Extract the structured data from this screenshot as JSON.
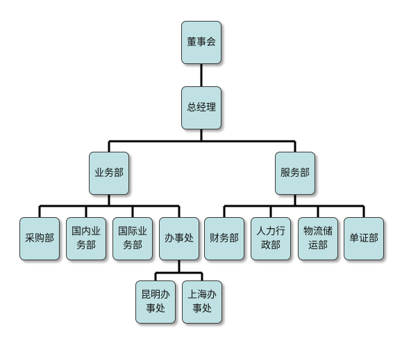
{
  "org_chart": {
    "colors": {
      "node_fill": "#bfe1e3",
      "node_border": "#3a3a3a",
      "connector": "#000000"
    },
    "nodes": [
      {
        "id": "board",
        "label": "董事会"
      },
      {
        "id": "gm",
        "label": "总经理"
      },
      {
        "id": "business",
        "label": "业务部"
      },
      {
        "id": "service",
        "label": "服务部"
      },
      {
        "id": "purchasing",
        "label": "采购部"
      },
      {
        "id": "domestic",
        "label": "国内业务部"
      },
      {
        "id": "international",
        "label": "国际业务部"
      },
      {
        "id": "office",
        "label": "办事处"
      },
      {
        "id": "finance",
        "label": "财务部"
      },
      {
        "id": "hr_admin",
        "label": "人力行政部"
      },
      {
        "id": "logistics",
        "label": "物流储运部"
      },
      {
        "id": "documents",
        "label": "单证部"
      },
      {
        "id": "kunming",
        "label": "昆明办事处"
      },
      {
        "id": "shanghai",
        "label": "上海办事处"
      }
    ]
  }
}
